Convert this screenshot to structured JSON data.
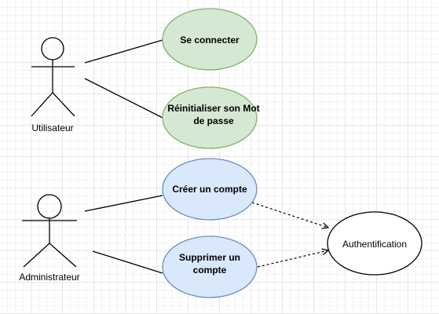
{
  "actors": {
    "user": {
      "label": "Utilisateur"
    },
    "admin": {
      "label": "Administrateur"
    }
  },
  "use_cases": {
    "login": {
      "lines": [
        "Se connecter"
      ],
      "fill": "#d5e8d4",
      "stroke": "#82b366"
    },
    "reset": {
      "lines": [
        "Réinitialiser son Mot",
        "de passe"
      ],
      "fill": "#d5e8d4",
      "stroke": "#82b366"
    },
    "create": {
      "lines": [
        "Créer un compte"
      ],
      "fill": "#dae8fc",
      "stroke": "#6c8ebf"
    },
    "delete": {
      "lines": [
        "Supprimer un",
        "compte"
      ],
      "fill": "#dae8fc",
      "stroke": "#6c8ebf"
    },
    "auth": {
      "lines": [
        "Authentification"
      ],
      "fill": "#ffffff",
      "stroke": "#000000"
    }
  }
}
